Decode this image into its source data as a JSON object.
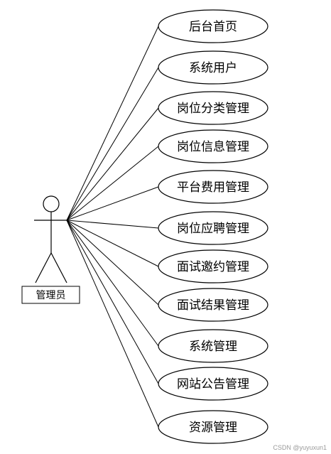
{
  "actor": {
    "label": "管理员"
  },
  "use_cases": [
    {
      "id": "uc-home",
      "label": "后台首页"
    },
    {
      "id": "uc-system-user",
      "label": "系统用户"
    },
    {
      "id": "uc-job-category",
      "label": "岗位分类管理"
    },
    {
      "id": "uc-job-info",
      "label": "岗位信息管理"
    },
    {
      "id": "uc-platform-fee",
      "label": "平台费用管理"
    },
    {
      "id": "uc-job-application",
      "label": "岗位应聘管理"
    },
    {
      "id": "uc-interview-invite",
      "label": "面试邀约管理"
    },
    {
      "id": "uc-interview-result",
      "label": "面试结果管理"
    },
    {
      "id": "uc-system-manage",
      "label": "系统管理"
    },
    {
      "id": "uc-site-notice",
      "label": "网站公告管理"
    },
    {
      "id": "uc-resource",
      "label": "资源管理"
    }
  ],
  "watermark": "CSDN @yuyuxun1"
}
